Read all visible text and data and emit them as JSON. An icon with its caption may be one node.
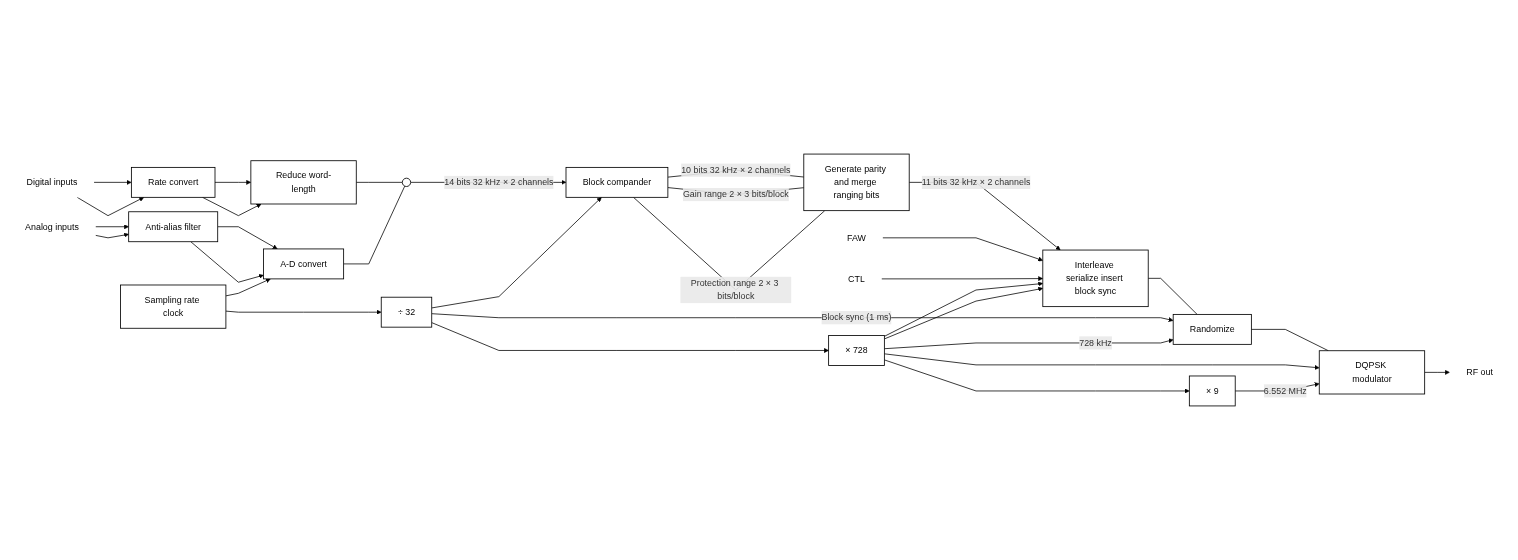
{
  "diagram": {
    "nodes": [
      {
        "text": [
          "Digital inputs"
        ]
      },
      {
        "text": [
          "Rate convert"
        ]
      },
      {
        "text": [
          "Reduce word-length"
        ]
      },
      {
        "text": [
          "Analog inputs"
        ]
      },
      {
        "text": [
          "Anti-alias filter"
        ]
      },
      {
        "text": [
          "A-D convert"
        ]
      },
      {
        "text": [
          "Sampling rate clock"
        ]
      },
      {
        "text": [],
        "shape": "switch"
      },
      {
        "text": [
          "Block compander"
        ]
      },
      {
        "text": [
          "Generate parity and merge ranging bits"
        ]
      },
      {
        "text": [
          "FAW"
        ]
      },
      {
        "text": [
          "CTL"
        ]
      },
      {
        "text": [
          "Interleave serialize insert block sync"
        ]
      },
      {
        "text": [
          "Randomize"
        ]
      },
      {
        "text": [
          "DQPSK modulator"
        ]
      },
      {
        "text": [
          "RF out"
        ]
      },
      {
        "text": [
          "÷ 32"
        ]
      },
      {
        "text": [
          "× 728"
        ]
      },
      {
        "text": [
          "× 9"
        ]
      }
    ],
    "edges": [
      {
        "from": 0,
        "to": 1,
        "arrow": "to"
      },
      {
        "from": 0,
        "to": 1,
        "arrow": "to"
      },
      {
        "from": 1,
        "to": 2,
        "arrow": "to"
      },
      {
        "from": 1,
        "to": 2,
        "arrow": "to"
      },
      {
        "from": 3,
        "to": 4,
        "arrow": "to"
      },
      {
        "from": 3,
        "to": 4,
        "arrow": "to"
      },
      {
        "from": 4,
        "to": 5,
        "arrow": "to"
      },
      {
        "from": 4,
        "to": 5,
        "arrow": "to"
      },
      {
        "from": 2,
        "to": 7,
        "arrow": "none"
      },
      {
        "from": 5,
        "to": 7,
        "arrow": "none"
      },
      {
        "from": 6,
        "to": 5,
        "arrow": "to"
      },
      {
        "from": 7,
        "to": 8,
        "arrow": "to",
        "label": "14 bits 32 kHz × 2 channels"
      },
      {
        "from": 8,
        "to": 9,
        "arrow": "none",
        "label": "10 bits 32 kHz × 2 channels"
      },
      {
        "from": 8,
        "to": 9,
        "arrow": "none",
        "label": "Gain range 2 × 3 bits/block"
      },
      {
        "from": 8,
        "to": 9,
        "arrow": "none",
        "label": "Protection range 2 × 3 bits/block"
      },
      {
        "from": 9,
        "to": 12,
        "arrow": "to",
        "label": "11 bits 32 kHz × 2 channels"
      },
      {
        "from": 10,
        "to": 12,
        "arrow": "to"
      },
      {
        "from": 11,
        "to": 12,
        "arrow": "to"
      },
      {
        "from": 12,
        "to": 13,
        "arrow": "none"
      },
      {
        "from": 13,
        "to": 14,
        "arrow": "none"
      },
      {
        "from": 14,
        "to": 15,
        "arrow": "to"
      },
      {
        "from": 6,
        "to": 16,
        "arrow": "to"
      },
      {
        "from": 16,
        "to": 17,
        "arrow": "to"
      },
      {
        "from": 17,
        "to": 18,
        "arrow": "to"
      },
      {
        "from": 16,
        "to": 8,
        "arrow": "to"
      },
      {
        "from": 16,
        "to": 13,
        "arrow": "to",
        "label": "Block sync (1 ms)"
      },
      {
        "from": 17,
        "to": 12,
        "arrow": "to"
      },
      {
        "from": 17,
        "to": 12,
        "arrow": "to"
      },
      {
        "from": 17,
        "to": 13,
        "arrow": "to",
        "label": "728 kHz"
      },
      {
        "from": 17,
        "to": 14,
        "arrow": "to"
      },
      {
        "from": 18,
        "to": 14,
        "arrow": "to",
        "label": "6.552 MHz"
      }
    ]
  }
}
